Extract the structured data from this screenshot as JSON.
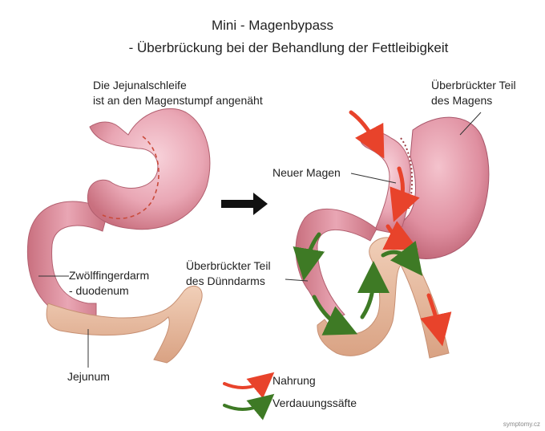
{
  "title": {
    "line1": "Mini - Magenbypass",
    "line2": "- Überbrückung bei der Behandlung der Fettleibigkeit"
  },
  "labels": {
    "jejunal_line1": "Die Jejunalschleife",
    "jejunal_line2": "ist an den Magenstumpf angenäht",
    "bypassed_stomach_line1": "Überbrückter Teil",
    "bypassed_stomach_line2": "des Magens",
    "new_stomach": "Neuer Magen",
    "duodenum_line1": "Zwölffingerdarm",
    "duodenum_line2": "- duodenum",
    "bypassed_intestine_line1": "Überbrückter Teil",
    "bypassed_intestine_line2": "des Dünndarms",
    "jejunum": "Jejunum"
  },
  "legend": {
    "food": "Nahrung",
    "digestive_juices": "Verdauungssäfte"
  },
  "credit": "symptomy.cz",
  "colors": {
    "stomach": "#e9a6b4",
    "stomach_dark": "#c9707f",
    "intestine": "#e8bfa2",
    "food_arrow": "#e8432b",
    "juice_arrow": "#3e7a25",
    "suture": "#c94a3a"
  }
}
